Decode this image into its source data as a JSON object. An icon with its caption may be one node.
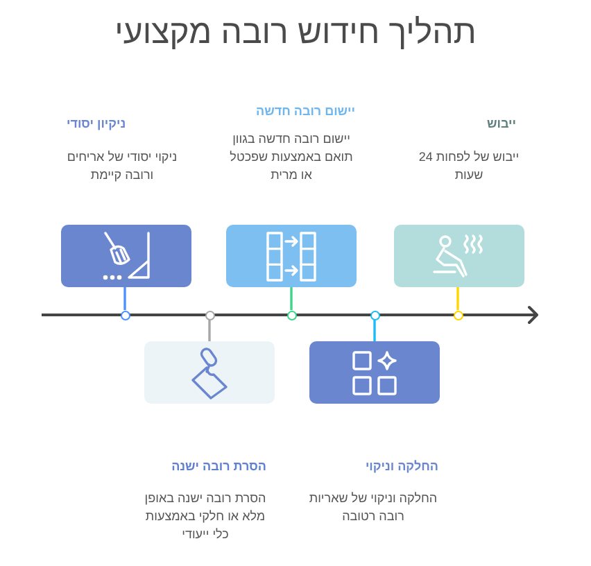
{
  "diagram": {
    "title": "תהליך חידוש רובה מקצועי",
    "nodes": [
      {
        "text": [],
        "shape": "box",
        "beside": [
          "ניקיון יסודי",
          "ניקוי יסודי של אריחים ורובה קיימת"
        ]
      },
      {
        "text": [],
        "shape": "box",
        "beside": [
          "הסרת רובה ישנה",
          "הסרת רובה ישנה באופן מלא או חלקי באמצעות כלי ייעודי"
        ]
      },
      {
        "text": [],
        "shape": "box",
        "beside": [
          "יישום רובה חדשה",
          "יישום רובה חדשה בגוון תואם באמצעות שפכטל או מרית"
        ]
      },
      {
        "text": [],
        "shape": "box",
        "beside": [
          "החלקה וניקוי",
          "החלקה וניקוי של שאריות רובה רטובה"
        ]
      },
      {
        "text": [],
        "shape": "box",
        "beside": [
          "ייבוש",
          "ייבוש של לפחות 24 שעות"
        ]
      },
      {
        "text": [],
        "shape": "circle"
      },
      {
        "text": [],
        "shape": "circle"
      },
      {
        "text": [],
        "shape": "circle"
      },
      {
        "text": [],
        "shape": "circle"
      },
      {
        "text": [],
        "shape": "circle"
      }
    ],
    "edges": [
      {
        "from": 0,
        "to": 5,
        "arrow": "none",
        "color": "#4d90fe"
      },
      {
        "from": 1,
        "to": 6,
        "arrow": "none",
        "color": "#a6a6a6"
      },
      {
        "from": 2,
        "to": 7,
        "arrow": "none",
        "color": "#3dd68c"
      },
      {
        "from": 3,
        "to": 8,
        "arrow": "none",
        "color": "#1ebcf5"
      },
      {
        "from": 4,
        "to": 9,
        "arrow": "none",
        "color": "#ffd600"
      }
    ]
  }
}
